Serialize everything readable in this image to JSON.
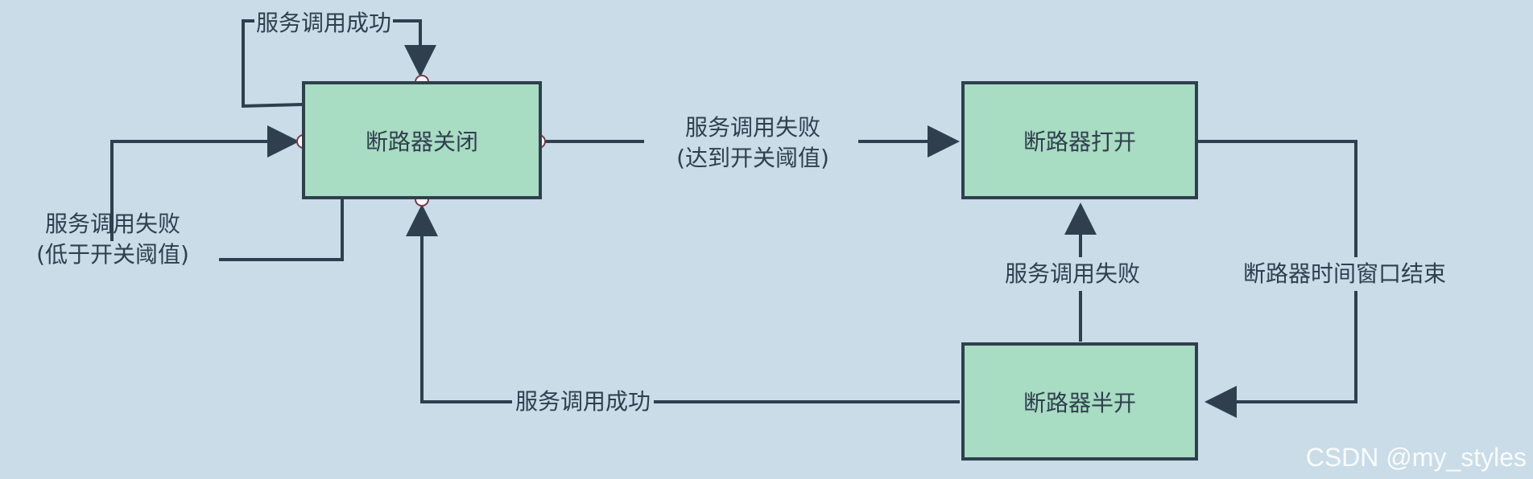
{
  "states": {
    "closed": "断路器关闭",
    "open": "断路器打开",
    "half_open": "断路器半开"
  },
  "transitions": {
    "success_loop": "服务调用成功",
    "fail_below_line1": "服务调用失败",
    "fail_below_line2": "(低于开关阈值)",
    "fail_reach_line1": "服务调用失败",
    "fail_reach_line2": "(达到开关阈值)",
    "window_end": "断路器时间窗口结束",
    "half_fail": "服务调用失败",
    "half_success": "服务调用成功"
  },
  "watermark": "CSDN @my_styles",
  "colors": {
    "background": "#c9dce8",
    "box_fill": "#a8dcc3",
    "stroke": "#2f3f4d"
  }
}
